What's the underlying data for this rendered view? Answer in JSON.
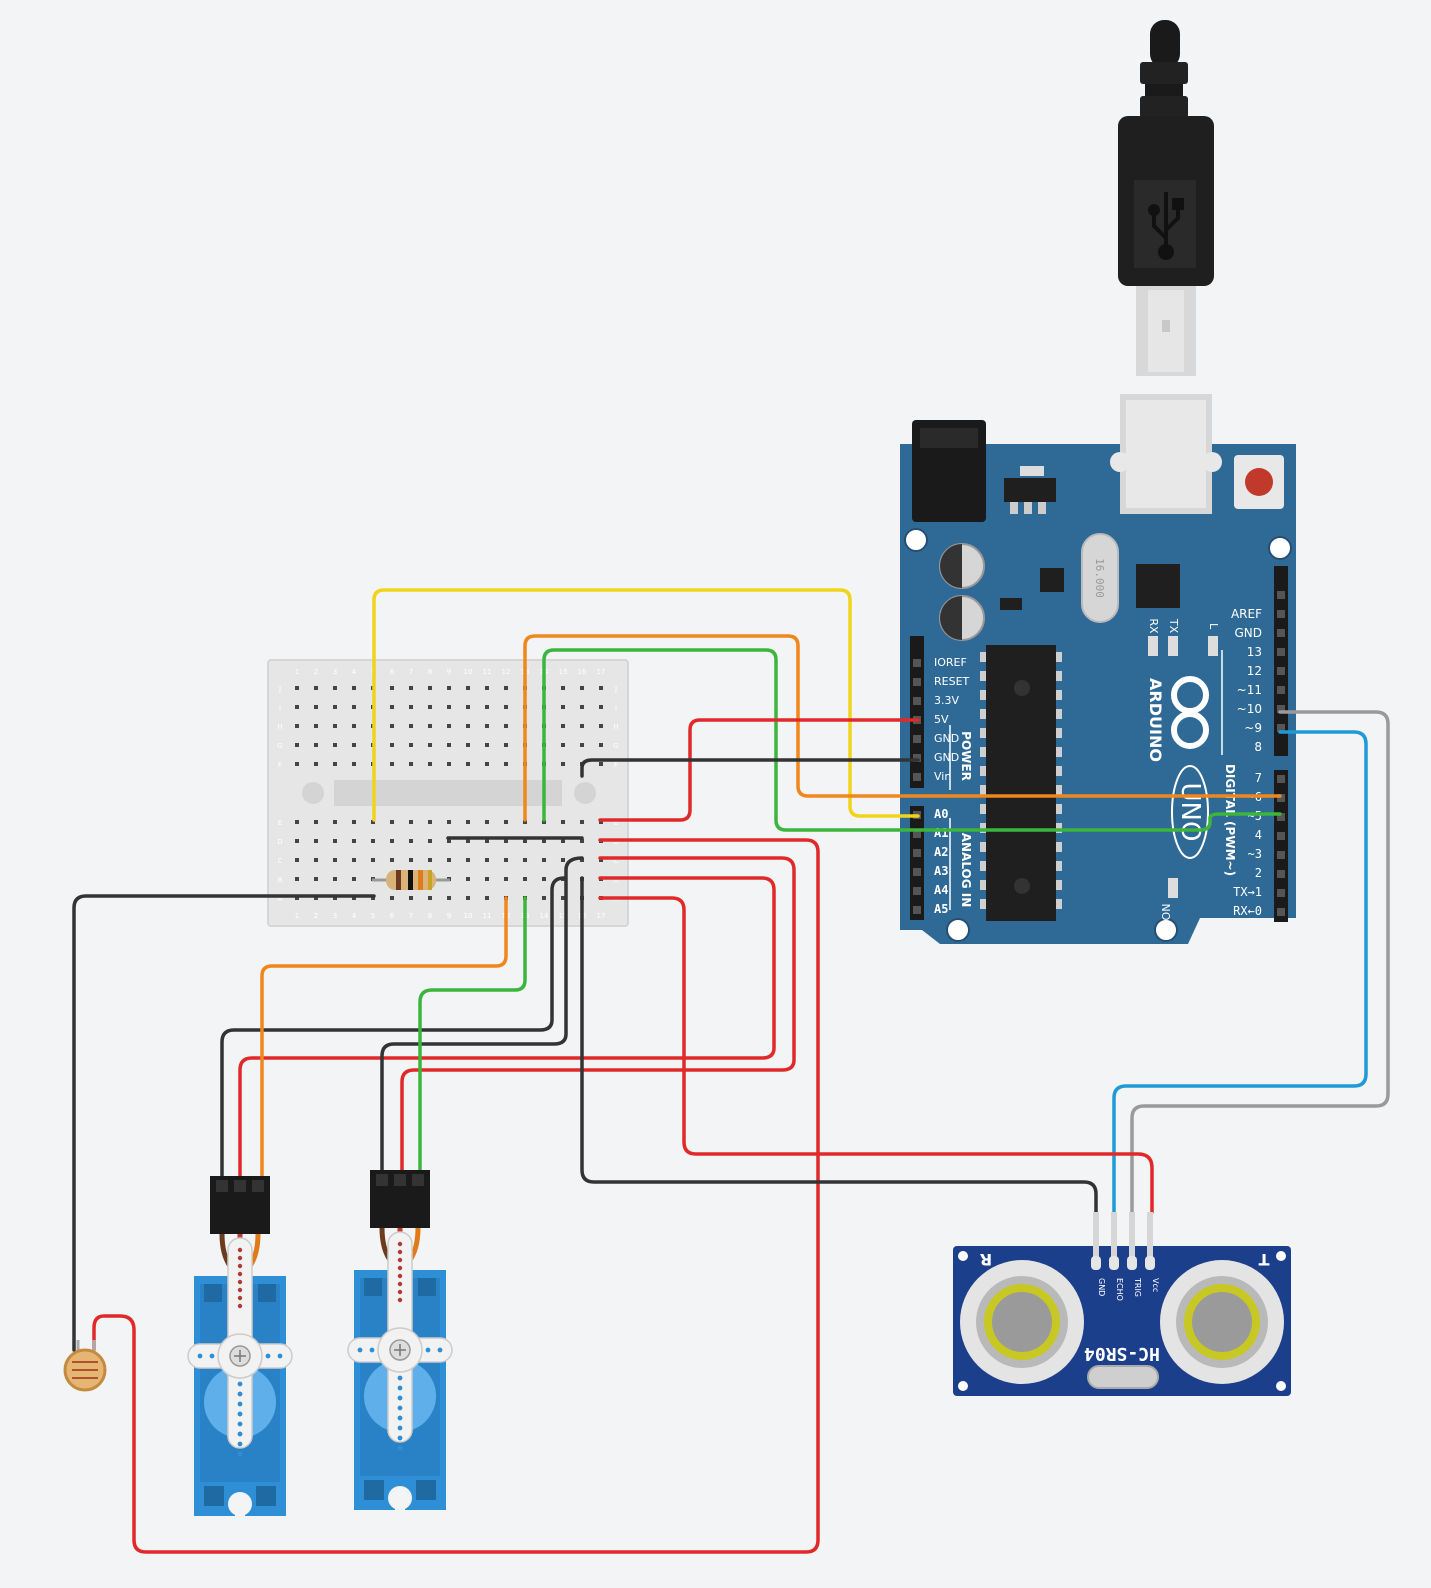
{
  "arduino": {
    "brand": "ARDUINO",
    "model": "UNO",
    "crystal": "16.000",
    "power_section": "POWER",
    "analog_section": "ANALOG IN",
    "digital_section": "DIGITAL (PWM~)",
    "power_pins": [
      "IOREF",
      "RESET",
      "3.3V",
      "5V",
      "GND",
      "GND",
      "Vin"
    ],
    "analog_pins": [
      "A0",
      "A1",
      "A2",
      "A3",
      "A4",
      "A5"
    ],
    "digital_pins_top": [
      "AREF",
      "GND",
      "13",
      "12",
      "~11",
      "~10",
      "~9",
      "8"
    ],
    "digital_pins_bottom": [
      "7",
      "~6",
      "~5",
      "4",
      "~3",
      "2",
      "TX→1",
      "RX←0"
    ],
    "led_labels": {
      "rx": "RX",
      "tx": "TX",
      "l": "L",
      "on": "ON"
    }
  },
  "sensor": {
    "model": "HC-SR04",
    "pins": [
      "GND",
      "ECHO",
      "TRIG",
      "Vcc"
    ],
    "corner_left": "R",
    "corner_right": "T"
  },
  "breadboard": {
    "row_letters_top": [
      "J",
      "I",
      "H",
      "G",
      "F"
    ],
    "row_letters_bottom": [
      "E",
      "D",
      "C",
      "B",
      "A"
    ],
    "columns": [
      "1",
      "2",
      "3",
      "4",
      "5",
      "6",
      "7",
      "8",
      "9",
      "10",
      "11",
      "12",
      "13",
      "14",
      "15",
      "16",
      "17"
    ]
  },
  "colors": {
    "background": "#f3f4f6",
    "board_blue": "#2f6a96",
    "wire_red": "#e02a2a",
    "wire_black": "#333333",
    "wire_yellow": "#f2d31b",
    "wire_orange": "#f0871c",
    "wire_green": "#3cb53c",
    "wire_grey": "#9a9a9a",
    "wire_blue": "#1f9ad6",
    "servo_blue": "#2e8fd6"
  },
  "components": [
    "usb-cable",
    "arduino-uno",
    "breadboard",
    "resistor",
    "photoresistor",
    "servo-motor-1",
    "servo-motor-2",
    "ultrasonic-sensor"
  ]
}
